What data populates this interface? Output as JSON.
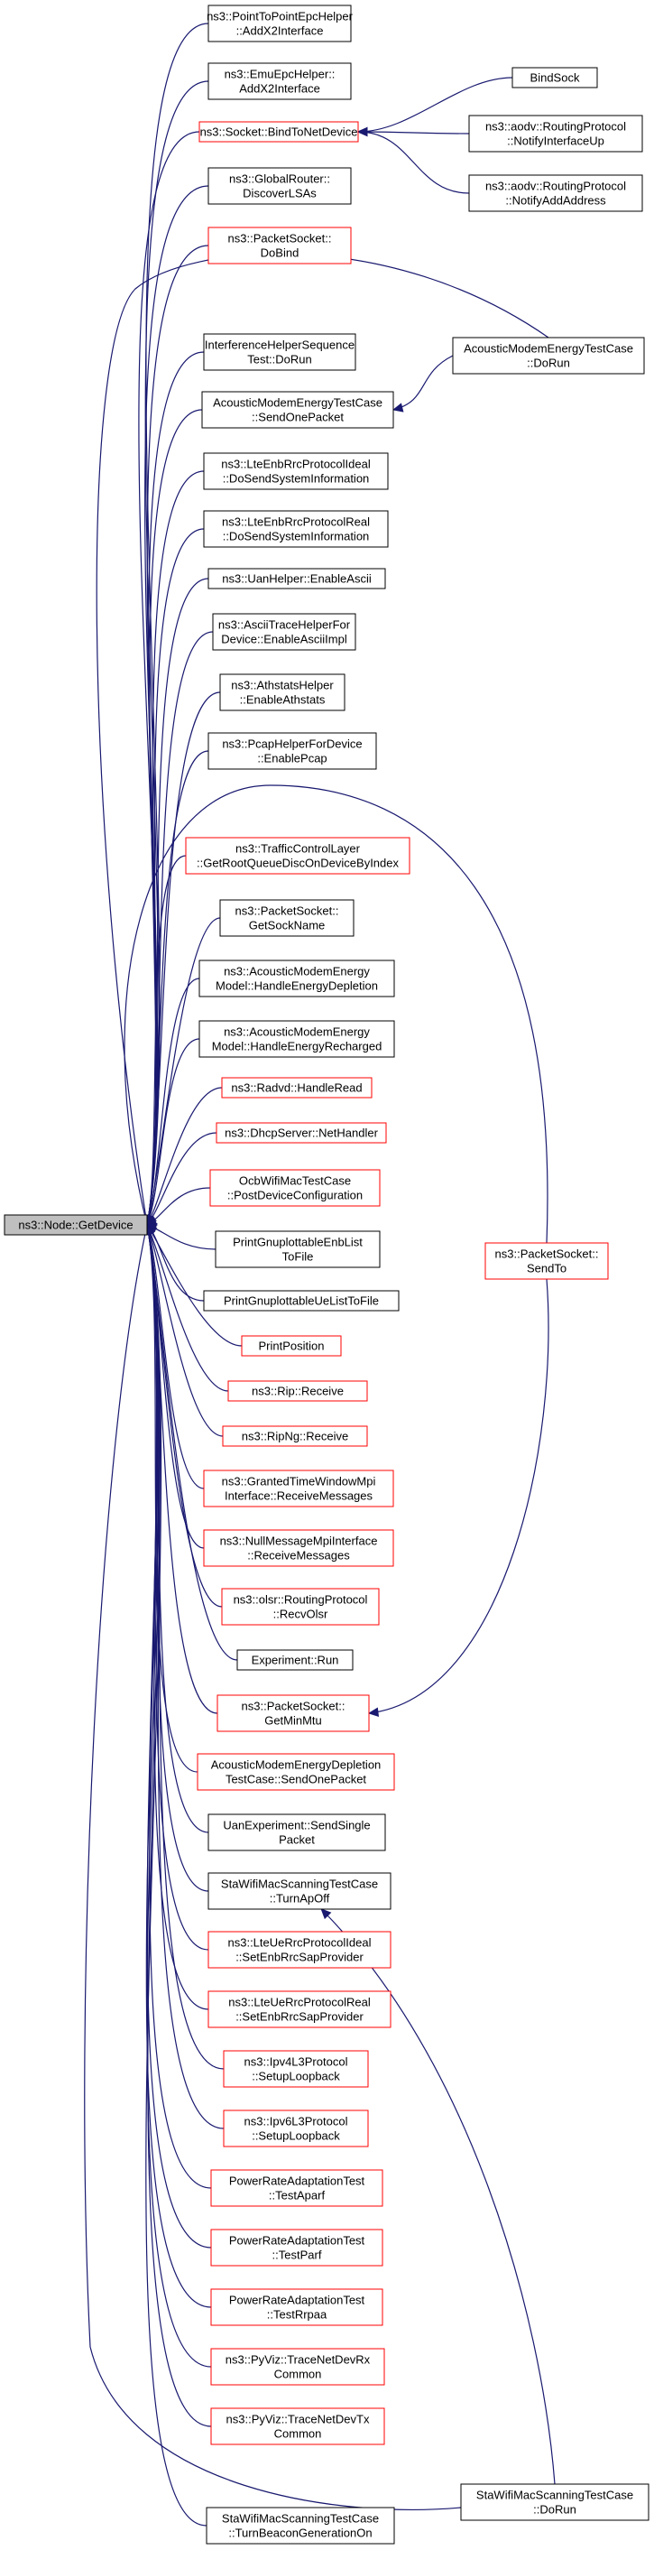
{
  "diagram": {
    "type": "call-graph",
    "root": {
      "id": "root",
      "lines": [
        "ns3::Node::GetDevice"
      ],
      "border": "#000000",
      "focus": true
    },
    "nodes": [
      {
        "id": "n1",
        "lines": [
          "ns3::PointToPointEpcHelper",
          "::AddX2Interface"
        ],
        "border": "#000000"
      },
      {
        "id": "n2",
        "lines": [
          "ns3::EmuEpcHelper::",
          "AddX2Interface"
        ],
        "border": "#000000"
      },
      {
        "id": "n3",
        "lines": [
          "ns3::Socket::BindToNetDevice"
        ],
        "border": "#ff0000"
      },
      {
        "id": "n4",
        "lines": [
          "ns3::GlobalRouter::",
          "DiscoverLSAs"
        ],
        "border": "#000000"
      },
      {
        "id": "n5",
        "lines": [
          "ns3::PacketSocket::",
          "DoBind"
        ],
        "border": "#ff0000"
      },
      {
        "id": "n6",
        "lines": [
          "InterferenceHelperSequence",
          "Test::DoRun"
        ],
        "border": "#000000"
      },
      {
        "id": "n7",
        "lines": [
          "AcousticModemEnergyTestCase",
          "::SendOnePacket"
        ],
        "border": "#000000"
      },
      {
        "id": "n8",
        "lines": [
          "ns3::LteEnbRrcProtocolIdeal",
          "::DoSendSystemInformation"
        ],
        "border": "#000000"
      },
      {
        "id": "n9",
        "lines": [
          "ns3::LteEnbRrcProtocolReal",
          "::DoSendSystemInformation"
        ],
        "border": "#000000"
      },
      {
        "id": "n10",
        "lines": [
          "ns3::UanHelper::EnableAscii"
        ],
        "border": "#000000"
      },
      {
        "id": "n11",
        "lines": [
          "ns3::AsciiTraceHelperFor",
          "Device::EnableAsciiImpl"
        ],
        "border": "#000000"
      },
      {
        "id": "n12",
        "lines": [
          "ns3::AthstatsHelper",
          "::EnableAthstats"
        ],
        "border": "#000000"
      },
      {
        "id": "n13",
        "lines": [
          "ns3::PcapHelperForDevice",
          "::EnablePcap"
        ],
        "border": "#000000"
      },
      {
        "id": "n14",
        "lines": [
          "ns3::TrafficControlLayer",
          "::GetRootQueueDiscOnDeviceByIndex"
        ],
        "border": "#ff0000"
      },
      {
        "id": "n15",
        "lines": [
          "ns3::PacketSocket::",
          "GetSockName"
        ],
        "border": "#000000"
      },
      {
        "id": "n16",
        "lines": [
          "ns3::AcousticModemEnergy",
          "Model::HandleEnergyDepletion"
        ],
        "border": "#000000"
      },
      {
        "id": "n17",
        "lines": [
          "ns3::AcousticModemEnergy",
          "Model::HandleEnergyRecharged"
        ],
        "border": "#000000"
      },
      {
        "id": "n18",
        "lines": [
          "ns3::Radvd::HandleRead"
        ],
        "border": "#ff0000"
      },
      {
        "id": "n19",
        "lines": [
          "ns3::DhcpServer::NetHandler"
        ],
        "border": "#ff0000"
      },
      {
        "id": "n20",
        "lines": [
          "OcbWifiMacTestCase",
          "::PostDeviceConfiguration"
        ],
        "border": "#ff0000"
      },
      {
        "id": "n21",
        "lines": [
          "PrintGnuplottableEnbList",
          "ToFile"
        ],
        "border": "#000000"
      },
      {
        "id": "n22",
        "lines": [
          "PrintGnuplottableUeListToFile"
        ],
        "border": "#000000"
      },
      {
        "id": "n23",
        "lines": [
          "PrintPosition"
        ],
        "border": "#ff0000"
      },
      {
        "id": "n24",
        "lines": [
          "ns3::Rip::Receive"
        ],
        "border": "#ff0000"
      },
      {
        "id": "n25",
        "lines": [
          "ns3::RipNg::Receive"
        ],
        "border": "#ff0000"
      },
      {
        "id": "n26",
        "lines": [
          "ns3::GrantedTimeWindowMpi",
          "Interface::ReceiveMessages"
        ],
        "border": "#ff0000"
      },
      {
        "id": "n27",
        "lines": [
          "ns3::NullMessageMpiInterface",
          "::ReceiveMessages"
        ],
        "border": "#ff0000"
      },
      {
        "id": "n28",
        "lines": [
          "ns3::olsr::RoutingProtocol",
          "::RecvOlsr"
        ],
        "border": "#ff0000"
      },
      {
        "id": "n29",
        "lines": [
          "Experiment::Run"
        ],
        "border": "#000000"
      },
      {
        "id": "n30",
        "lines": [
          "ns3::PacketSocket::",
          "GetMinMtu"
        ],
        "border": "#ff0000"
      },
      {
        "id": "n31",
        "lines": [
          "AcousticModemEnergyDepletion",
          "TestCase::SendOnePacket"
        ],
        "border": "#ff0000"
      },
      {
        "id": "n32",
        "lines": [
          "UanExperiment::SendSingle",
          "Packet"
        ],
        "border": "#000000"
      },
      {
        "id": "n33",
        "lines": [
          "StaWifiMacScanningTestCase",
          "::TurnApOff"
        ],
        "border": "#000000"
      },
      {
        "id": "n34",
        "lines": [
          "ns3::LteUeRrcProtocolIdeal",
          "::SetEnbRrcSapProvider"
        ],
        "border": "#ff0000"
      },
      {
        "id": "n35",
        "lines": [
          "ns3::LteUeRrcProtocolReal",
          "::SetEnbRrcSapProvider"
        ],
        "border": "#ff0000"
      },
      {
        "id": "n36",
        "lines": [
          "ns3::Ipv4L3Protocol",
          "::SetupLoopback"
        ],
        "border": "#ff0000"
      },
      {
        "id": "n37",
        "lines": [
          "ns3::Ipv6L3Protocol",
          "::SetupLoopback"
        ],
        "border": "#ff0000"
      },
      {
        "id": "n38",
        "lines": [
          "PowerRateAdaptationTest",
          "::TestAparf"
        ],
        "border": "#ff0000"
      },
      {
        "id": "n39",
        "lines": [
          "PowerRateAdaptationTest",
          "::TestParf"
        ],
        "border": "#ff0000"
      },
      {
        "id": "n40",
        "lines": [
          "PowerRateAdaptationTest",
          "::TestRrpaa"
        ],
        "border": "#ff0000"
      },
      {
        "id": "n41",
        "lines": [
          "ns3::PyViz::TraceNetDevRx",
          "Common"
        ],
        "border": "#ff0000"
      },
      {
        "id": "n42",
        "lines": [
          "ns3::PyViz::TraceNetDevTx",
          "Common"
        ],
        "border": "#ff0000"
      },
      {
        "id": "n43",
        "lines": [
          "StaWifiMacScanningTestCase",
          "::TurnBeaconGenerationOn"
        ],
        "border": "#000000"
      },
      {
        "id": "n44",
        "lines": [
          "BindSock"
        ],
        "border": "#000000"
      },
      {
        "id": "n45",
        "lines": [
          "ns3::aodv::RoutingProtocol",
          "::NotifyInterfaceUp"
        ],
        "border": "#000000"
      },
      {
        "id": "n46",
        "lines": [
          "ns3::aodv::RoutingProtocol",
          "::NotifyAddAddress"
        ],
        "border": "#000000"
      },
      {
        "id": "n47",
        "lines": [
          "AcousticModemEnergyTestCase",
          "::DoRun"
        ],
        "border": "#000000"
      },
      {
        "id": "n48",
        "lines": [
          "ns3::PacketSocket::",
          "SendTo"
        ],
        "border": "#ff0000"
      },
      {
        "id": "n49",
        "lines": [
          "StaWifiMacScanningTestCase",
          "::DoRun"
        ],
        "border": "#000000"
      }
    ],
    "edges": [
      [
        "n1",
        "root"
      ],
      [
        "n2",
        "root"
      ],
      [
        "n3",
        "root"
      ],
      [
        "n4",
        "root"
      ],
      [
        "n5",
        "root"
      ],
      [
        "n47",
        "root"
      ],
      [
        "n6",
        "root"
      ],
      [
        "n7",
        "root"
      ],
      [
        "n8",
        "root"
      ],
      [
        "n9",
        "root"
      ],
      [
        "n10",
        "root"
      ],
      [
        "n11",
        "root"
      ],
      [
        "n12",
        "root"
      ],
      [
        "n13",
        "root"
      ],
      [
        "n48",
        "root"
      ],
      [
        "n14",
        "root"
      ],
      [
        "n15",
        "root"
      ],
      [
        "n16",
        "root"
      ],
      [
        "n17",
        "root"
      ],
      [
        "n18",
        "root"
      ],
      [
        "n19",
        "root"
      ],
      [
        "n20",
        "root"
      ],
      [
        "n21",
        "root"
      ],
      [
        "n22",
        "root"
      ],
      [
        "n23",
        "root"
      ],
      [
        "n24",
        "root"
      ],
      [
        "n25",
        "root"
      ],
      [
        "n26",
        "root"
      ],
      [
        "n27",
        "root"
      ],
      [
        "n28",
        "root"
      ],
      [
        "n29",
        "root"
      ],
      [
        "n30",
        "root"
      ],
      [
        "n31",
        "root"
      ],
      [
        "n32",
        "root"
      ],
      [
        "n33",
        "root"
      ],
      [
        "n34",
        "root"
      ],
      [
        "n35",
        "root"
      ],
      [
        "n36",
        "root"
      ],
      [
        "n37",
        "root"
      ],
      [
        "n38",
        "root"
      ],
      [
        "n39",
        "root"
      ],
      [
        "n40",
        "root"
      ],
      [
        "n41",
        "root"
      ],
      [
        "n42",
        "root"
      ],
      [
        "n49",
        "root"
      ],
      [
        "n43",
        "root"
      ],
      [
        "n44",
        "n3"
      ],
      [
        "n45",
        "n3"
      ],
      [
        "n46",
        "n3"
      ],
      [
        "n47",
        "n7"
      ],
      [
        "n48",
        "n30"
      ],
      [
        "n49",
        "n33"
      ]
    ],
    "colors": {
      "edge": "#191970",
      "focus_fill": "#bfbfbf",
      "external_border": "#ff0000",
      "internal_border": "#000000"
    }
  }
}
